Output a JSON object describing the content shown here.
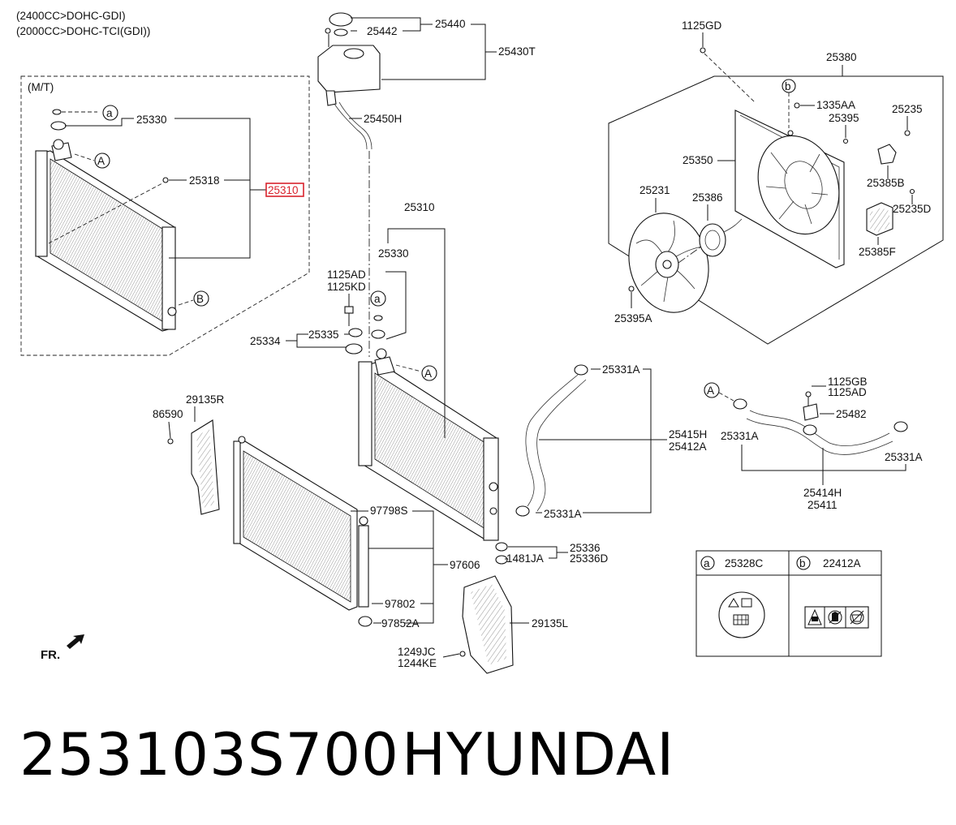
{
  "header": {
    "engine_1": "(2400CC>DOHC-GDI)",
    "engine_2": "(2000CC>DOHC-TCI(GDI))",
    "mt_note": "(M/T)"
  },
  "callouts": {
    "a": "a",
    "b": "b",
    "A": "A",
    "B": "B"
  },
  "labels": {
    "p25440": "25440",
    "p25442": "25442",
    "p25430T": "25430T",
    "p25450H": "25450H",
    "p25330_mt": "25330",
    "p25318": "25318",
    "p25310_highlight": "25310",
    "p25310": "25310",
    "p25330": "25330",
    "p1125AD": "1125AD",
    "p1125KD": "1125KD",
    "p25335": "25335",
    "p25334": "25334",
    "p25331A_top": "25331A",
    "p25415H": "25415H",
    "p25412A": "25412A",
    "p25331A_low": "25331A",
    "p25336": "25336",
    "p25336D": "25336D",
    "p1481JA": "1481JA",
    "p29135R": "29135R",
    "p86590": "86590",
    "p97798S": "97798S",
    "p97606": "97606",
    "p97802": "97802",
    "p97852A": "97852A",
    "p29135L": "29135L",
    "p1249JC": "1249JC",
    "p1244KE": "1244KE",
    "p1125GD": "1125GD",
    "p25380": "25380",
    "p1335AA": "1335AA",
    "p25395": "25395",
    "p25235": "25235",
    "p25350": "25350",
    "p25385B": "25385B",
    "p25231": "25231",
    "p25386": "25386",
    "p25235D": "25235D",
    "p25385F": "25385F",
    "p25395A": "25395A",
    "p1125GB": "1125GB",
    "p1125AD_r": "1125AD",
    "p25482": "25482",
    "p25331A_r1": "25331A",
    "p25331A_r2": "25331A",
    "p25414H": "25414H",
    "p25411": "25411",
    "fr": "FR."
  },
  "legend_table": {
    "a_code": "a",
    "a_part": "25328C",
    "b_code": "b",
    "b_part": "22412A"
  },
  "caption": {
    "part_number": "253103S700",
    "brand": "HYUNDAI"
  },
  "colors": {
    "highlight": "#d9232d",
    "ink": "#111111"
  }
}
